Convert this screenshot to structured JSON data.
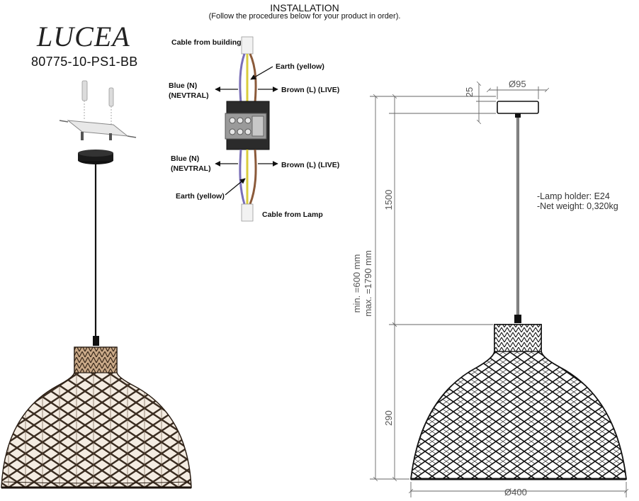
{
  "product": {
    "brand": "LUCEA",
    "code": "80775-10-PS1-BB"
  },
  "installation": {
    "title": "INSTALLATION",
    "subtitle": "(Follow the procedures below for your product in order).",
    "labels": {
      "cable_building": "Cable from building",
      "earth_top": "Earth (yellow)",
      "blue_top_1": "Blue (N)",
      "blue_top_2": "(NEVTRAL)",
      "brown_top": "Brown (L) (LIVE)",
      "blue_bottom_1": "Blue (N)",
      "blue_bottom_2": "(NEVTRAL)",
      "brown_bottom": "Brown (L) (LIVE)",
      "earth_bottom": "Earth (yellow)",
      "cable_lamp": "Cable from Lamp"
    },
    "wire_colors": {
      "blue": "#7a6fb8",
      "brown": "#8b5a3a",
      "yellow": "#d9cc3c"
    }
  },
  "dimensions": {
    "canopy_height": "25",
    "canopy_diameter": "Ø95",
    "cable_length": "1500",
    "range_min": "min. =600 mm",
    "range_max": "max. =1790 mm",
    "shade_height": "290",
    "shade_diameter": "Ø400"
  },
  "specs": {
    "lamp_holder": "-Lamp holder: E24",
    "net_weight": "-Net weight: 0,320kg"
  }
}
